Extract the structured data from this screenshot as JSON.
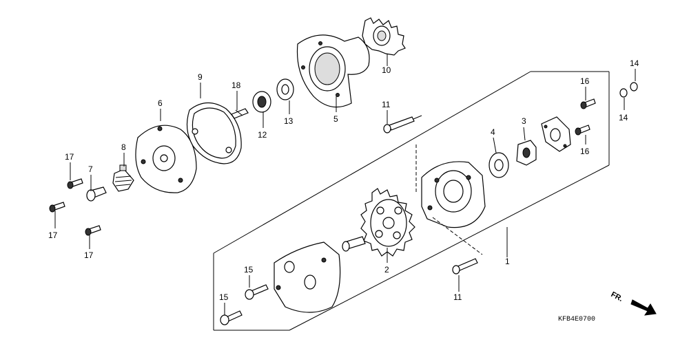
{
  "labels": {
    "l1": "1",
    "l2": "2",
    "l3": "3",
    "l4": "4",
    "l5": "5",
    "l6": "6",
    "l7": "7",
    "l8": "8",
    "l9": "9",
    "l10": "10",
    "l11a": "11",
    "l11b": "11",
    "l12": "12",
    "l13": "13",
    "l14a": "14",
    "l14b": "14",
    "l15a": "15",
    "l15b": "15",
    "l16a": "16",
    "l16b": "16",
    "l17a": "17",
    "l17b": "17",
    "l17c": "17",
    "l18": "18"
  },
  "direction_label": "FR.",
  "diagram_code": "KFB4E0700"
}
